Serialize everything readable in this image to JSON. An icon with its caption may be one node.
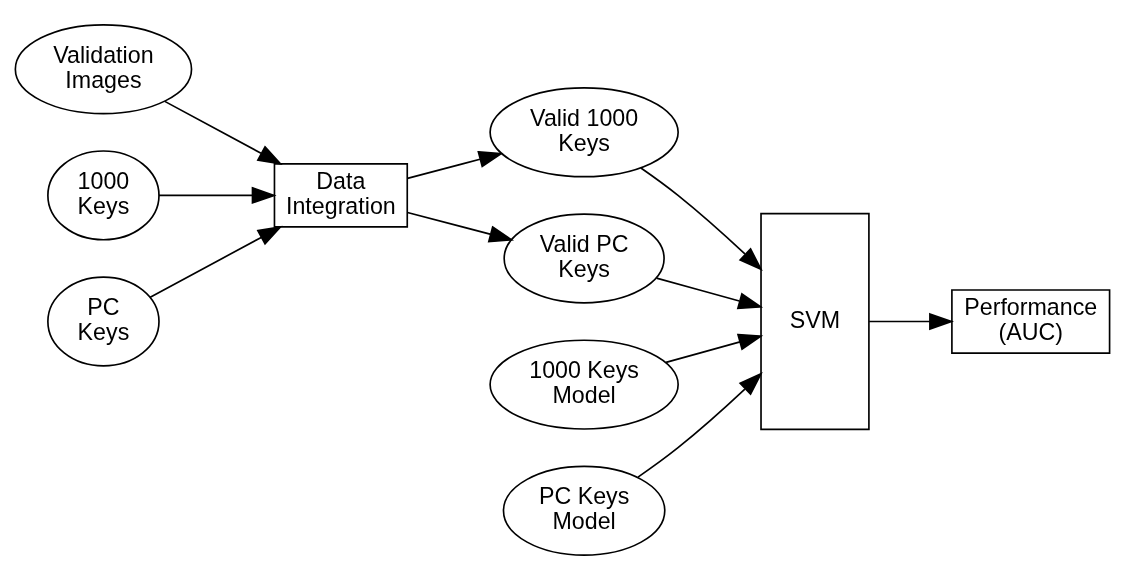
{
  "diagram": {
    "nodes": [
      {
        "text": [
          "Validation Images"
        ]
      },
      {
        "text": [
          "1000 Keys"
        ]
      },
      {
        "text": [
          "PC Keys"
        ]
      },
      {
        "text": [
          "Data Integration"
        ]
      },
      {
        "text": [
          "1000 Keys Model"
        ]
      },
      {
        "text": [
          "Valid 1000 Keys"
        ]
      },
      {
        "text": [
          "Valid PC Keys"
        ]
      },
      {
        "text": [
          "PC Keys Model"
        ]
      },
      {
        "text": [
          "SVM"
        ]
      },
      {
        "text": [
          "Performance (AUC)"
        ]
      }
    ],
    "edges": [
      {
        "from": 0,
        "to": 3,
        "arrow": "to"
      },
      {
        "from": 1,
        "to": 3,
        "arrow": "to"
      },
      {
        "from": 2,
        "to": 3,
        "arrow": "to"
      },
      {
        "from": 3,
        "to": 5,
        "arrow": "to"
      },
      {
        "from": 3,
        "to": 6,
        "arrow": "to"
      },
      {
        "from": 4,
        "to": 8,
        "arrow": "to"
      },
      {
        "from": 5,
        "to": 8,
        "arrow": "to"
      },
      {
        "from": 6,
        "to": 8,
        "arrow": "to"
      },
      {
        "from": 7,
        "to": 8,
        "arrow": "to"
      },
      {
        "from": 8,
        "to": 9,
        "arrow": "to"
      }
    ]
  }
}
